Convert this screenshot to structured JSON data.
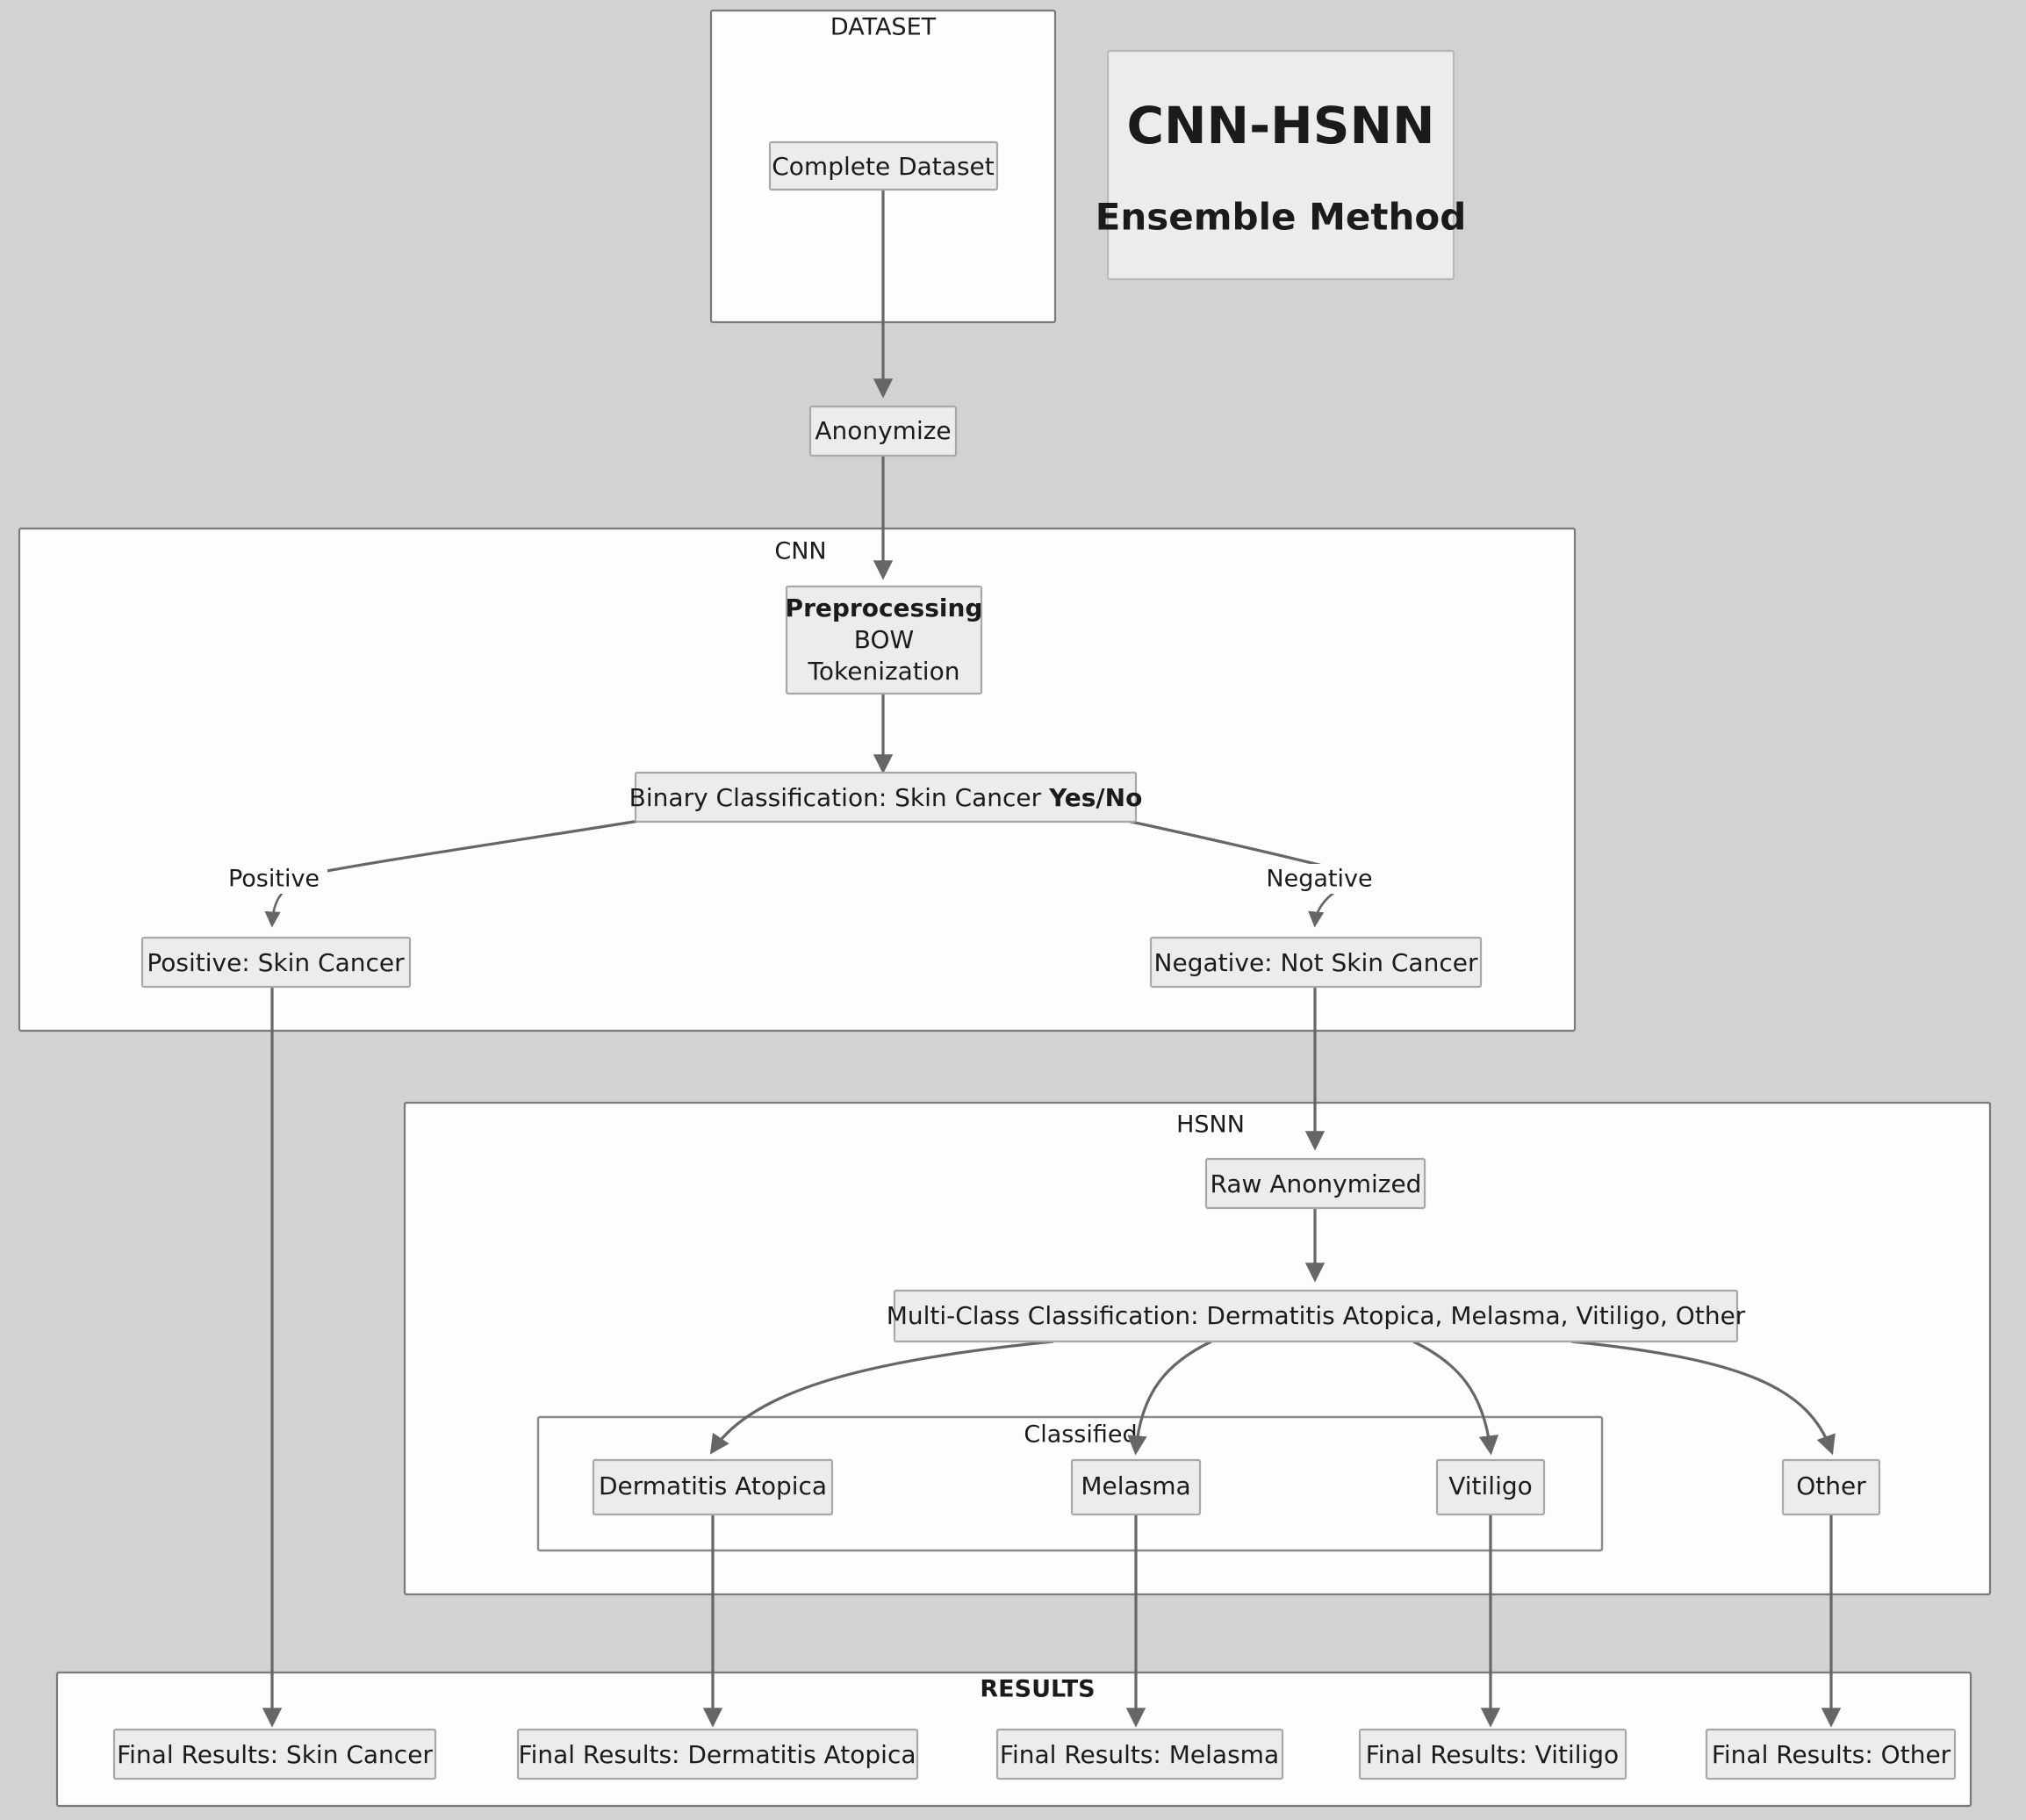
{
  "diagram": {
    "title_box": {
      "line1": "CNN-HSNN",
      "line2": "Ensemble Method"
    },
    "clusters": [
      {
        "id": "dataset",
        "label": "DATASET"
      },
      {
        "id": "cnn",
        "label": "CNN"
      },
      {
        "id": "hsnn",
        "label": "HSNN"
      },
      {
        "id": "classified",
        "label": "Classified"
      },
      {
        "id": "results",
        "label": "RESULTS"
      }
    ],
    "nodes": {
      "complete_dataset": "Complete Dataset",
      "anonymize": "Anonymize",
      "preprocessing_title": "Preprocessing",
      "preprocessing_line2": "BOW",
      "preprocessing_line3": "Tokenization",
      "binary_classification_plain": "Binary Classification: Skin Cancer ",
      "binary_classification_bold": "Yes/No",
      "positive": "Positive: Skin Cancer",
      "negative": "Negative: Not Skin Cancer",
      "raw_anonymized": "Raw Anonymized",
      "multiclass": "Multi-Class Classification: Dermatitis Atopica, Melasma, Vitiligo, Other",
      "dermatitis_atopica": "Dermatitis Atopica",
      "melasma": "Melasma",
      "vitiligo": "Vitiligo",
      "other": "Other",
      "final_skin_cancer": "Final Results: Skin Cancer",
      "final_dermatitis": "Final Results: Dermatitis Atopica",
      "final_melasma": "Final Results: Melasma",
      "final_vitiligo": "Final Results: Vitiligo",
      "final_other": "Final Results: Other"
    },
    "edge_labels": {
      "positive": "Positive",
      "negative": "Negative"
    },
    "colors": {
      "background": "#d2d2d2",
      "cluster_fill": "#fdfdfd",
      "cluster_stroke": "#7a7a7a",
      "node_fill": "#ececec",
      "node_stroke": "#a8a8a8",
      "edge_stroke": "#666666",
      "text": "#1b1b1b"
    }
  }
}
